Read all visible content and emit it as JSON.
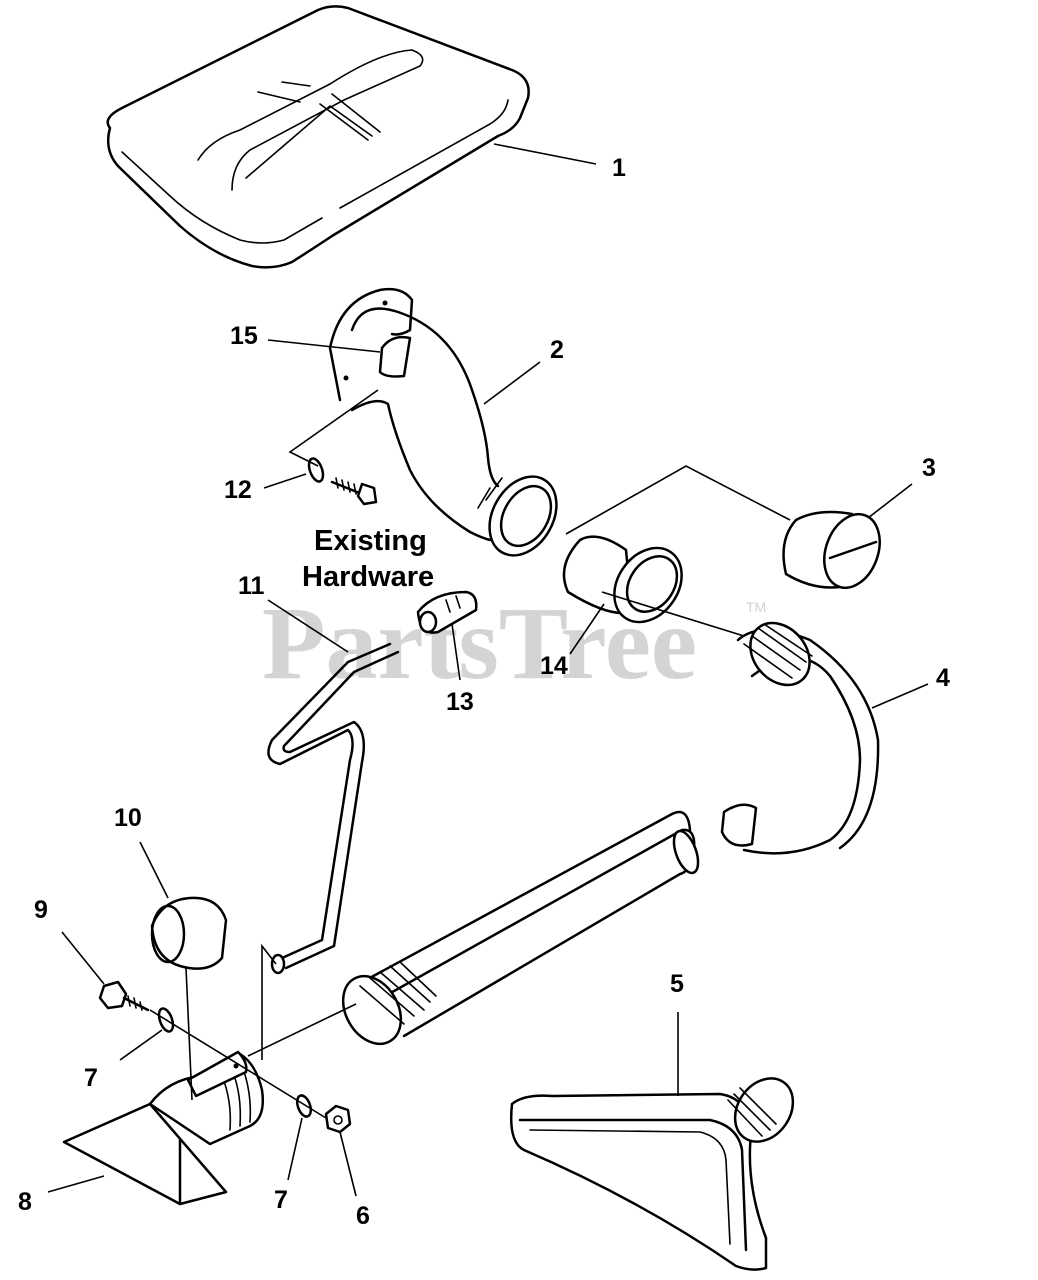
{
  "watermark": {
    "text": "PartsTree",
    "trademark": "TM"
  },
  "hardware_note": {
    "line1": "Existing",
    "line2": "Hardware"
  },
  "callouts": [
    {
      "id": "c1",
      "label": "1"
    },
    {
      "id": "c2",
      "label": "2"
    },
    {
      "id": "c3",
      "label": "3"
    },
    {
      "id": "c4",
      "label": "4"
    },
    {
      "id": "c5",
      "label": "5"
    },
    {
      "id": "c6",
      "label": "6"
    },
    {
      "id": "c7a",
      "label": "7"
    },
    {
      "id": "c7b",
      "label": "7"
    },
    {
      "id": "c8",
      "label": "8"
    },
    {
      "id": "c9",
      "label": "9"
    },
    {
      "id": "c10",
      "label": "10"
    },
    {
      "id": "c11",
      "label": "11"
    },
    {
      "id": "c12",
      "label": "12"
    },
    {
      "id": "c13",
      "label": "13"
    },
    {
      "id": "c14",
      "label": "14"
    },
    {
      "id": "c15",
      "label": "15"
    }
  ]
}
